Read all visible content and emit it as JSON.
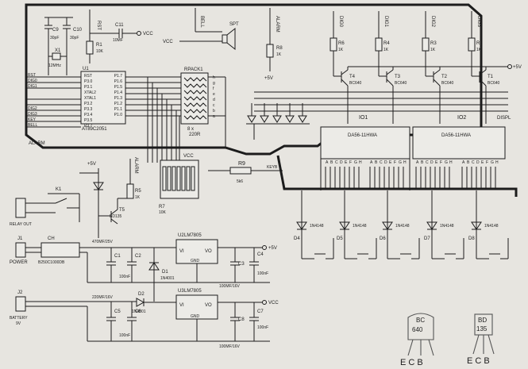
{
  "labels": {
    "rst_top": "RST",
    "c11": "C11",
    "c11_val": "10MF",
    "vcc_top": "VCC",
    "bell_top": "BELL",
    "spt": "SPT",
    "vcc_bell": "VCC",
    "alarm_top": "ALARM",
    "r8": "R8",
    "r8_val": "1K",
    "plus_5v_a": "+5V",
    "r1": "R1",
    "r1_val": "10K",
    "c9": "C9",
    "c9_val": "30pF",
    "c10": "C10",
    "c10_val": "30pF",
    "x1": "X1",
    "x1_val": "12MHz",
    "u1": "U1",
    "u1_part": "AT89C2051",
    "rpack1": "RPACK1",
    "rpack_val": "8 x",
    "rpack_ohm": "220R",
    "alarm_bottom": "ALARM",
    "r7": "R7",
    "r7_val": "10K",
    "vcc_mid": "VCC",
    "r9": "R9",
    "r9_val": "5k6",
    "keyb": "KEYB",
    "dig0": "DIG0",
    "dig1": "DIG1",
    "dig2": "DIG2",
    "dig3": "DIG3",
    "r6_lbl": "R6",
    "r4_lbl": "R4",
    "r3_lbl": "R3",
    "r2_lbl": "R2",
    "r_val": "1K",
    "t4": "T4",
    "t3": "T3",
    "t2": "T2",
    "t1": "T1",
    "bc640": "BC640",
    "plus_5v_b": "+5V",
    "io1": "IO1",
    "io2": "IO2",
    "displ": "DISPL",
    "da56_1": "DA56-11HWA",
    "da56_2": "DA56-11HWA",
    "relay_out": "RELAY OUT",
    "k1": "K1",
    "plus_5v_c": "+5V",
    "r5": "R5",
    "r5_val": "1K",
    "bd135": "BD135",
    "t5": "T5",
    "j1": "J1",
    "power": "POWER",
    "ch": "CH",
    "b250": "B250C1000DB",
    "c1": "C1",
    "c1_val": "470MF/25V",
    "c2": "C2",
    "c2_val": "100nF",
    "u2": "U2",
    "u2_part": "LM7805",
    "vi": "VI",
    "vo": "VO",
    "gnd": "GND",
    "d1": "D1",
    "d1_val": "1N4001",
    "c3": "C3",
    "c3_val": "100MF/16V",
    "c4": "C4",
    "c4_val": "100nF",
    "plus_5v_d": "+5V",
    "j2": "J2",
    "battery": "BATTERY",
    "battery_v": "9V",
    "c5": "C5",
    "c5_val": "220MF/16V",
    "c6": "C6",
    "c6_val": "100nF",
    "d2": "D2",
    "d2_val": "1N4001",
    "u3": "U3",
    "u3_part": "LM7805",
    "c8": "C8",
    "c8_val": "100MF/16V",
    "c7": "C7",
    "c7_val": "100nF",
    "vcc_bottom": "VCC",
    "diode_part": "1N4148",
    "hand_bc": "BC",
    "hand_640": "640",
    "hand_bd": "BD",
    "hand_135": "135",
    "ecb": "E C B",
    "ecb2": "E C B"
  },
  "pins_left": [
    "RST",
    "P3.0",
    "P3.1",
    "XTAL2",
    "XTAL1",
    "P3.2",
    "P3.3",
    "P3.4",
    "P3.5",
    "P3.7"
  ],
  "pins_right": [
    "P1.7",
    "P1.6",
    "P1.5",
    "P1.4",
    "P1.3",
    "P1.2",
    "P1.1",
    "P1.0"
  ],
  "nets_left": [
    "RST",
    "DIG0",
    "DIG1",
    "",
    "",
    "DIG2",
    "DIG3",
    "KEY",
    "BELL"
  ],
  "seg_letters": [
    "h",
    "g",
    "f",
    "e",
    "d",
    "c",
    "b",
    "a"
  ],
  "seg_row_labels": [
    "A",
    "B",
    "C",
    "D",
    "E",
    "F",
    "G",
    "H"
  ],
  "diode_tags": [
    "D4",
    "D5",
    "D6",
    "D7",
    "D8"
  ]
}
